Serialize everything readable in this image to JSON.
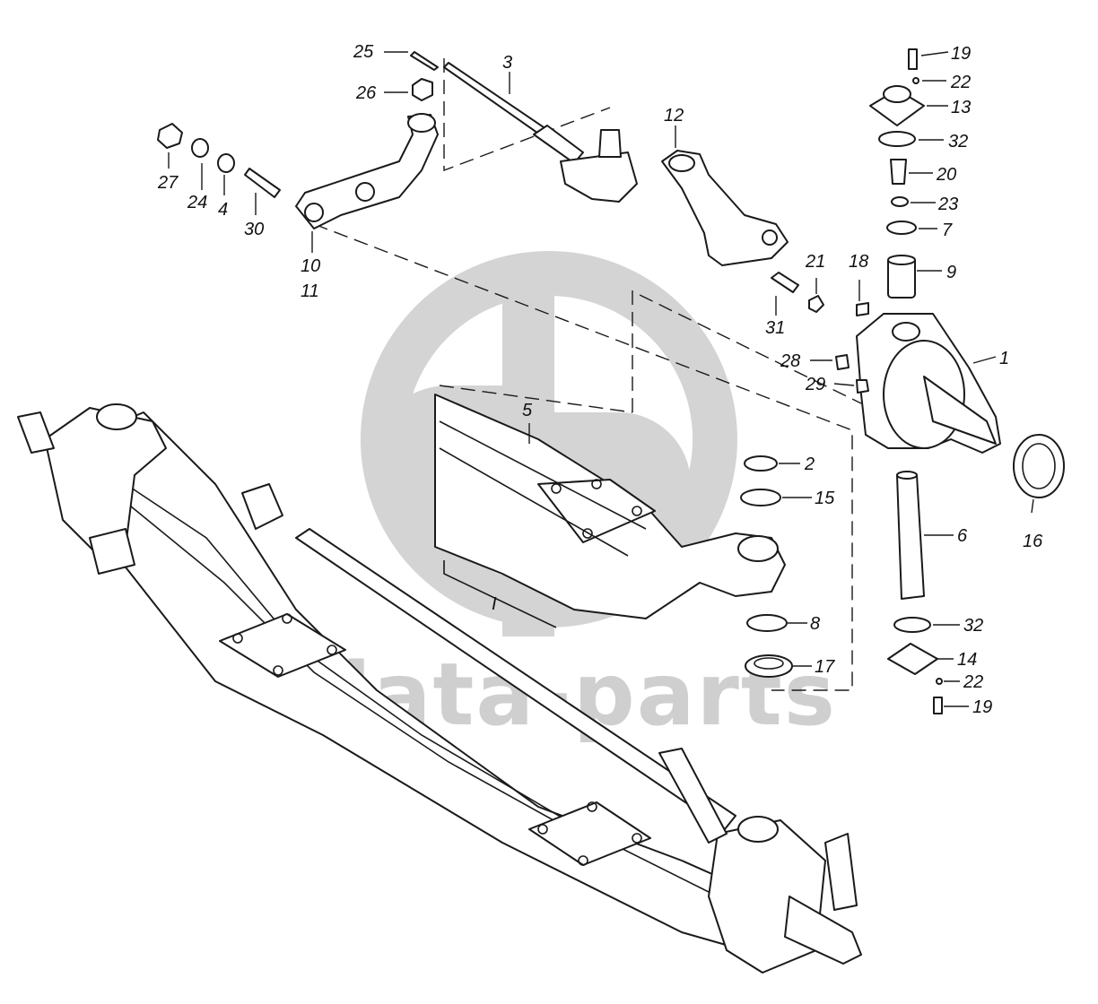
{
  "watermark": {
    "text": "data-parts",
    "color": "#cfcfcf"
  },
  "labels": {
    "l1": "1",
    "l2": "2",
    "l3": "3",
    "l4": "4",
    "l5": "5",
    "l6": "6",
    "l7": "7",
    "l8": "8",
    "l9": "9",
    "l10": "10",
    "l11": "11",
    "l12": "12",
    "l13": "13",
    "l14": "14",
    "l15": "15",
    "l16": "16",
    "l17": "17",
    "l18": "18",
    "l19a": "19",
    "l19b": "19",
    "l20": "20",
    "l21": "21",
    "l22a": "22",
    "l22b": "22",
    "l23": "23",
    "l24": "24",
    "l25": "25",
    "l26": "26",
    "l27": "27",
    "l28": "28",
    "l29": "29",
    "l30": "30",
    "l31": "31",
    "l32a": "32",
    "l32b": "32",
    "lsec": "I"
  }
}
